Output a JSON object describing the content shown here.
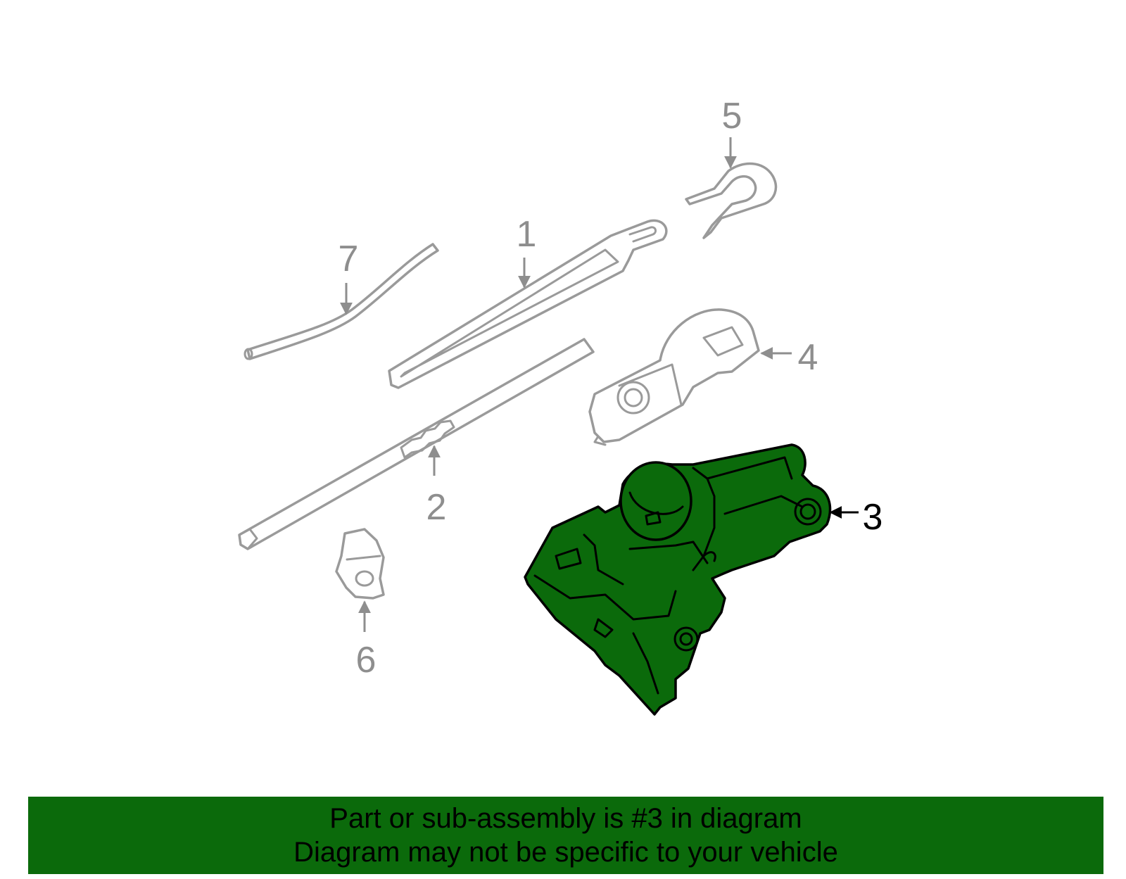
{
  "colors": {
    "highlight": "#0b6a0b",
    "banner": "#0b6a0b",
    "muted_part": "#9a9a9a",
    "muted_label": "#8e8e8e",
    "active_label": "#000000"
  },
  "callouts": {
    "c1": "1",
    "c2": "2",
    "c3": "3",
    "c4": "4",
    "c5": "5",
    "c6": "6",
    "c7": "7"
  },
  "highlighted_part": "3",
  "banner": {
    "line1": "Part or sub-assembly is #3 in diagram",
    "line2": "Diagram may not be specific to your vehicle"
  }
}
